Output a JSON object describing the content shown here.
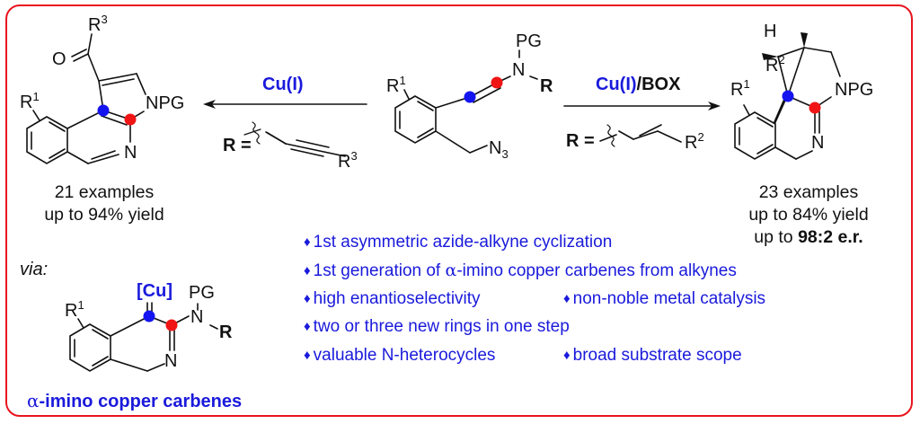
{
  "diagram": {
    "title_hidden": "",
    "accent_colors": {
      "border": "#e8141e",
      "text_blue": "#1a1adc",
      "dot_blue": "#1414f0",
      "dot_red": "#f01414"
    },
    "left_reaction": {
      "catalyst": "Cu(I)",
      "r_label": "R =",
      "r_substituent": "R",
      "r_superscript": "3",
      "stats": {
        "examples": "21 examples",
        "yield": "up to 94% yield"
      }
    },
    "right_reaction": {
      "catalyst_part1": "Cu(I)",
      "catalyst_part2": "/BOX",
      "r_label": "R =",
      "r_substituent": "R",
      "r_superscript": "2",
      "stats": {
        "examples": "23 examples",
        "yield": "up to 84% yield",
        "er_prefix": "up to ",
        "er_value": "98:2 e.r."
      }
    },
    "starting_material": {
      "pg": "PG",
      "n": "N",
      "r": "R",
      "r1": "R",
      "r1_sup": "1",
      "azide": "N",
      "azide_sub": "3"
    },
    "left_product": {
      "r3": "R",
      "r3_sup": "3",
      "o": "O",
      "npg": "NPG",
      "r1": "R",
      "r1_sup": "1",
      "n": "N"
    },
    "right_product": {
      "h": "H",
      "r2": "R",
      "r2_sup": "2",
      "r1": "R",
      "r1_sup": "1",
      "npg": "NPG",
      "n": "N"
    },
    "intermediate": {
      "via": "via:",
      "cu": "[Cu]",
      "pg": "PG",
      "n": "N",
      "r": "R",
      "r1": "R",
      "r1_sup": "1",
      "imine_n": "N",
      "caption_alpha": "α",
      "caption": "-imino copper carbenes"
    },
    "bullets": [
      {
        "text": "1st asymmetric azide-alkyne cyclization"
      },
      {
        "text_pre": "1st generation of ",
        "alpha": "α",
        "text_post": "-imino copper carbenes from alkynes"
      },
      {
        "text": "high enantioselectivity"
      },
      {
        "text": "non-noble metal catalysis"
      },
      {
        "text": "two or three new rings in one step"
      },
      {
        "text": "valuable N-heterocycles"
      },
      {
        "text": "broad substrate scope"
      }
    ],
    "bullet_glyph": "♦"
  }
}
